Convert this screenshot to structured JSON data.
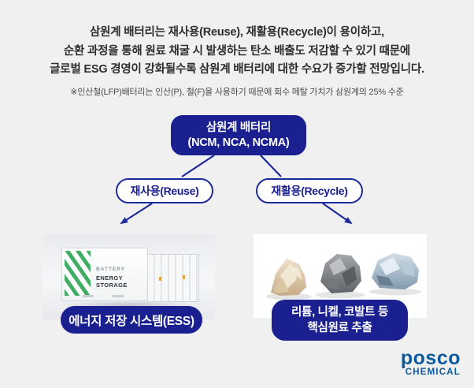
{
  "colors": {
    "bg": "#f0f0f1",
    "navy": "#1a2090",
    "line": "#1c2b9b",
    "green": "#3fae62",
    "posco": "#0d5a9e"
  },
  "header": {
    "lines": [
      "삼원계 배터리는 재사용(Reuse), 재활용(Recycle)이 용이하고,",
      "순환 과정을 통해 원료 채굴 시 발생하는 탄소 배출도 저감할 수 있기 때문에",
      "글로벌 ESG 경영이 강화될수록 삼원계 배터리에 대한 수요가 증가할 전망입니다."
    ]
  },
  "footnote": "※인산철(LFP)배터리는 인산(P), 철(F)을 사용하기 때문에 회수 메탈 가치가 삼원계의 25% 수준",
  "diagram": {
    "root": {
      "title": "삼원계 배터리",
      "subtitle": "(NCM, NCA, NCMA)"
    },
    "branches": [
      {
        "label": "재사용(Reuse)"
      },
      {
        "label": "재활용(Recycle)"
      }
    ]
  },
  "reuse_card": {
    "container_text": {
      "line1": "BATTERY",
      "line2": "ENERGY",
      "line3": "STORAGE"
    },
    "caption": "에너지 저장 시스템(ESS)"
  },
  "recycle_card": {
    "mineral_icons": [
      "lithium-ore",
      "nickel-ore",
      "cobalt-ore"
    ],
    "caption_line1": "리튬, 니켈, 코발트 등",
    "caption_line2": "핵심원료 추출"
  },
  "logo": {
    "brand": "posco",
    "division": "CHEMICAL"
  }
}
